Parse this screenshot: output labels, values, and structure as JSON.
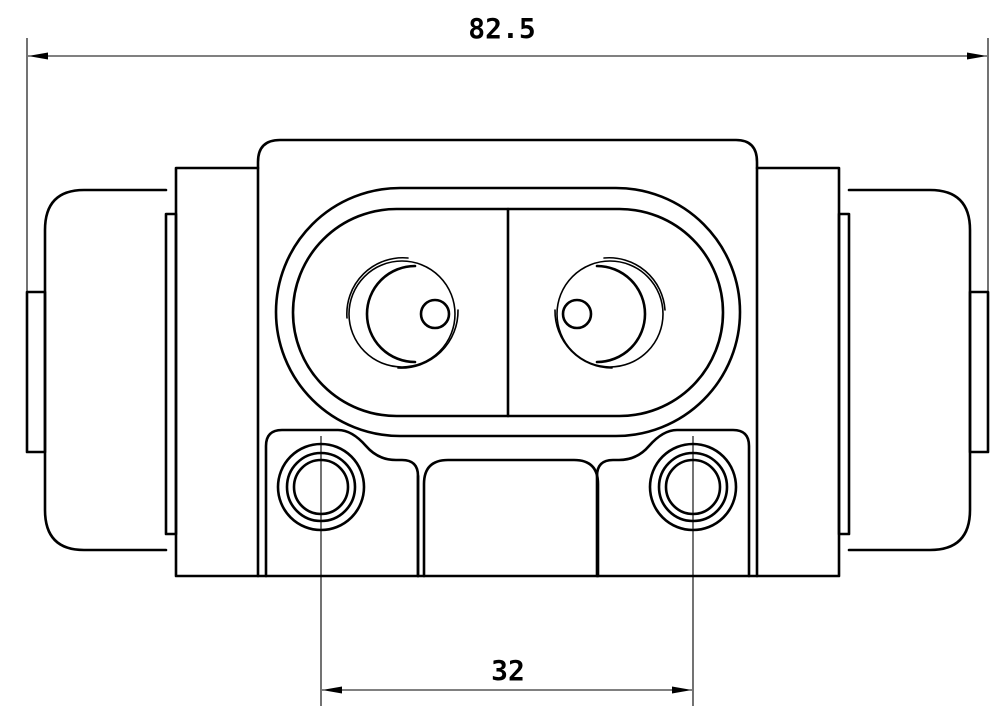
{
  "drawing": {
    "subject": "wheel-brake-cylinder",
    "line_color": "#000000",
    "background": "#ffffff"
  },
  "dimensions": {
    "overall_length": "82.5",
    "mount_hole_spacing": "32"
  }
}
